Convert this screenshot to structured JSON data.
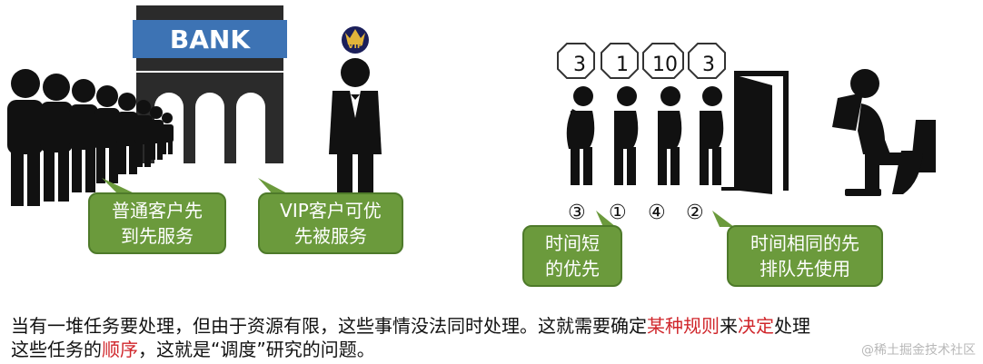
{
  "bank_sign": "BANK",
  "vip_badge": "VIP",
  "callouts": {
    "normal_customer_line1": "普通客户先",
    "normal_customer_line2": "到先服务",
    "vip_customer_line1": "VIP客户可优",
    "vip_customer_line2": "先被服务",
    "short_time_line1": "时间短",
    "short_time_line2": "的优先",
    "same_time_line1": "时间相同的先",
    "same_time_line2": "排队先使用"
  },
  "timers": [
    "3",
    "1",
    "10",
    "3"
  ],
  "queue_order": [
    "③",
    "①",
    "④",
    "②"
  ],
  "caption": {
    "line1_part1": "当有一堆任务要处理，但由于资源有限，这些事情没法同时处理。这就需要确定",
    "line1_red1": "某种规则",
    "line1_part2": "来",
    "line1_red2": "决定",
    "line1_part3": "处理",
    "line2_part1": "这些任务的",
    "line2_red": "顺序",
    "line2_part2": "，这就是“调度”研究的问题。"
  },
  "watermark": "@稀土掘金技术社区"
}
